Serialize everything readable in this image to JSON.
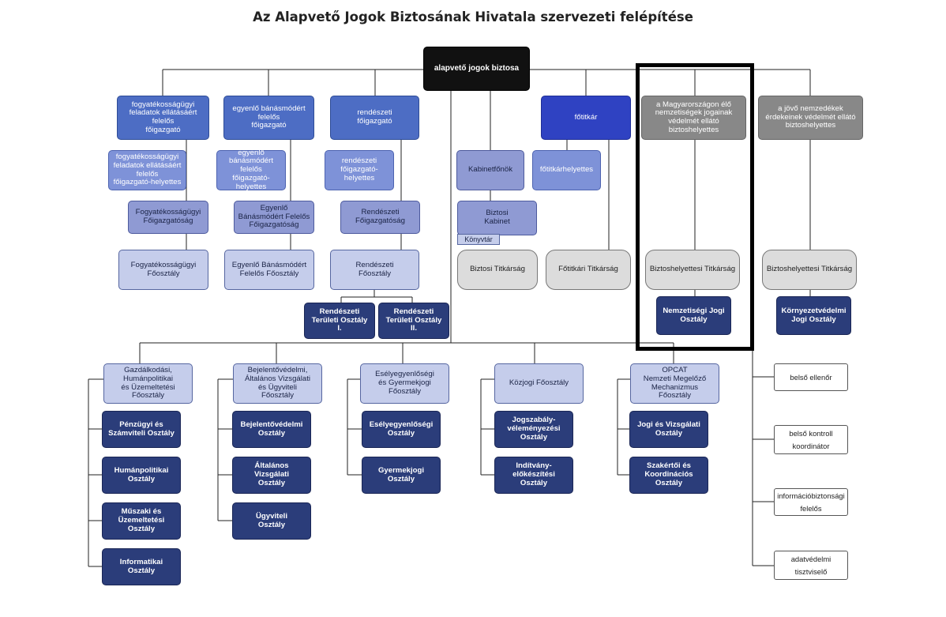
{
  "title": "Az Alapvető Jogok Biztosának Hivatala szervezeti felépítése",
  "nodes": {
    "n_ajb": "alapvető jogok biztosa",
    "n_fogy_fig": "fogyatékosságügyi\nfeladatok ellátásáért\nfelelős\nfőigazgató",
    "n_fogy_figh": "fogyatékosságügyi\nfeladatok ellátásáért\nfelelős\nfőigazgató-helyettes",
    "n_fogy_figs": "Fogyatékosságügyi\nFőigazgatóság",
    "n_fogy_fo": "Fogyatékosságügyi\nFőosztály",
    "n_eb_fig": "egyenlő bánásmódért\nfelelős\nfőigazgató",
    "n_eb_figh": "egyenlő\nbánásmódért\nfelelős\nfőigazgató-helyettes",
    "n_eb_figs": "Egyenlő\nBánásmódért Felelős\nFőigazgatóság",
    "n_eb_fo": "Egyenlő Bánásmódért\nFelelős Főosztály",
    "n_re_fig": "rendészeti\nfőigazgató",
    "n_re_figh": "rendészeti\nfőigazgató-helyettes",
    "n_re_figs": "Rendészeti\nFőigazgatóság",
    "n_re_fo": "Rendészeti\nFőosztály",
    "n_re_t1": "Rendészeti\nTerületi Osztály\nI.",
    "n_re_t2": "Rendészeti\nTerületi Osztály\nII.",
    "n_kabfon": "Kabinetfőnök",
    "n_bizkab": "Biztosi\nKabinet",
    "n_konyvtar": "Könyvtár",
    "n_biztit": "Biztosi Titkárság",
    "n_fotitkar": "főtitkár",
    "n_fotitkarh": "főtitkárhelyettes",
    "n_fotittit": "Főtitkári Titkárság",
    "n_nemz_bh": "a Magyarországon élő\nnemzetiségek jogainak\nvédelmét ellátó\nbiztoshelyettes",
    "n_nemz_tit": "Biztoshelyettesi Titkárság",
    "n_nemz_jogi": "Nemzetiségi Jogi\nOsztály",
    "n_jov_bh": "a jövő nemzedékek\nérdekeinek védelmét ellátó\nbiztoshelyettes",
    "n_jov_tit": "Biztoshelyettesi Titkárság",
    "n_korny": "Környezetvédelmi\nJogi Osztály",
    "n_gazd": "Gazdálkodási,\nHumánpolitikai\nés Üzemeltetési\nFőosztály",
    "n_penz": "Pénzügyi és\nSzámviteli Osztály",
    "n_human": "Humánpolitikai\nOsztály",
    "n_muszaki": "Műszaki és\nÜzemeltetési\nOsztály",
    "n_inform": "Informatikai\nOsztály",
    "n_bej_fo": "Bejelentővédelmi,\nÁltalános Vizsgálati\nés Ügyviteli\nFőosztály",
    "n_bej_o": "Bejelentővédelmi\nOsztály",
    "n_altal": "Általános\nVizsgálati\nOsztály",
    "n_ugyv": "Ügyviteli\nOsztály",
    "n_esely_fo": "Esélyegyenlőségi\nés Gyermekjogi\nFőosztály",
    "n_esely_o": "Esélyegyenlőségi\nOsztály",
    "n_gyerm": "Gyermekjogi\nOsztály",
    "n_kozjogi": "Közjogi Főosztály",
    "n_jogsz": "Jogszabály-\nvéleményezési\nOsztály",
    "n_indit": "Indítvány-\nelőkészítési\nOsztály",
    "n_opcat": "OPCAT\nNemzeti Megelőző\nMechanizmus\nFőosztály",
    "n_jogivizs": "Jogi és Vizsgálati\nOsztály",
    "n_szak": "Szakértői és\nKoordinációs\nOsztály",
    "n_belsoell": "belső ellenőr",
    "n_belsokontr": "belső kontroll\nkoordinátor",
    "n_infobizt": "információbiztonsági\nfelelős",
    "n_adatv": "adatvédelmi\ntisztviselő"
  },
  "colors": {
    "black": "#111111",
    "blue": "#4d6dc4",
    "medium_blue": "#7e92d8",
    "periwinkle": "#8f9ad3",
    "light_blue": "#c5cdeb",
    "navy": "#2b3d7a",
    "royal_blue": "#2f42c2",
    "gray": "#888888",
    "light_gray": "#dcdcdc",
    "line": "#222222"
  }
}
